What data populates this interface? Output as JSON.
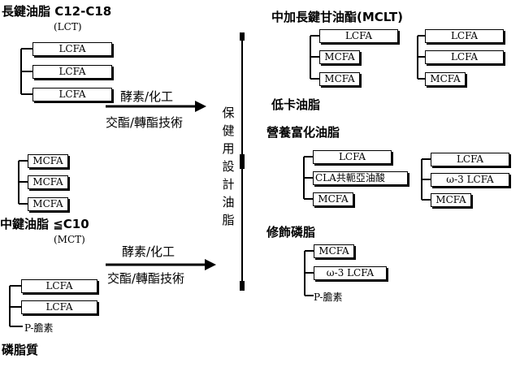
{
  "left": {
    "lct": {
      "title": "長鍵油脂 C12-C18",
      "abbr": "(LCT)",
      "boxes": [
        "LCFA",
        "LCFA",
        "LCFA"
      ]
    },
    "mct": {
      "boxes": [
        "MCFA",
        "MCFA",
        "MCFA"
      ],
      "title": "中鍵油脂 ≦C10",
      "abbr": "(MCT)"
    },
    "phospholipid": {
      "boxes": [
        "LCFA",
        "LCFA"
      ],
      "p_item": "P-膽素",
      "title": "磷脂質"
    }
  },
  "process": {
    "top": {
      "line1": "酵素/化工",
      "line2": "交酯/轉酯技術"
    },
    "bottom": {
      "line1": "酵素/化工",
      "line2": "交酯/轉酯技術"
    }
  },
  "center": {
    "chars": [
      "保",
      "健",
      "用",
      "設",
      "計",
      "油",
      "脂"
    ]
  },
  "right": {
    "mclt": {
      "title": "中加長鍵甘油酯(MCLT)",
      "group1": [
        "LCFA",
        "MCFA",
        "MCFA"
      ],
      "group2": [
        "LCFA",
        "LCFA",
        "MCFA"
      ]
    },
    "low_cal": {
      "title": "低卡油脂"
    },
    "nutri": {
      "title": "營養富化油脂",
      "group1": [
        "LCFA",
        "CLA共軛亞油酸",
        "MCFA"
      ],
      "group2": [
        "LCFA",
        "ω-3 LCFA",
        "MCFA"
      ]
    },
    "modified_phospho": {
      "title": "修飾磷脂",
      "boxes": [
        "MCFA",
        "ω-3 LCFA"
      ],
      "p_item": "P-膽素"
    }
  }
}
